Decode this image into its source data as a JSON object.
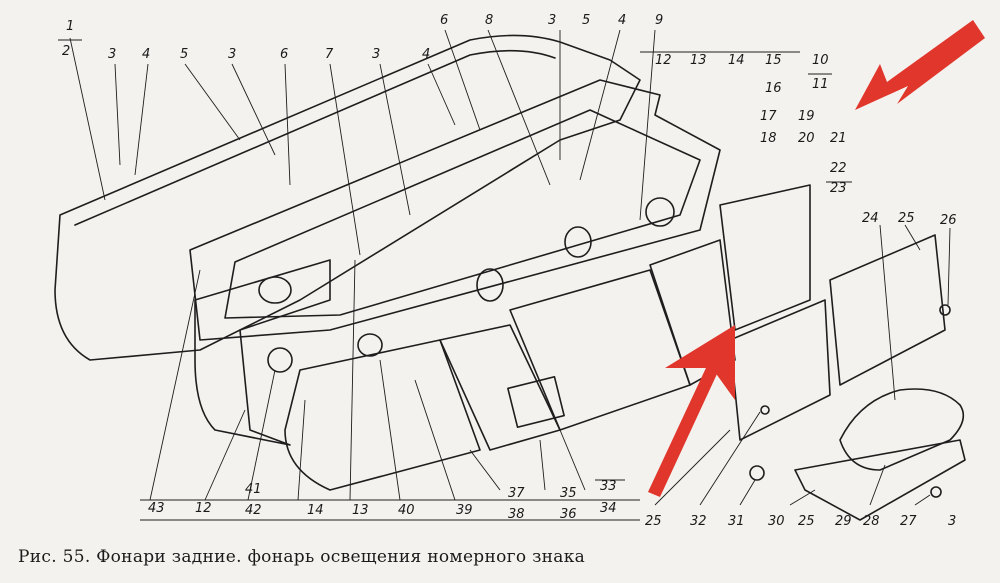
{
  "caption": "Рис. 55. Фонари задние. фонарь освещения номерного знака",
  "labels": {
    "l1": "1",
    "l2": "2",
    "l3a": "3",
    "l4a": "4",
    "l5a": "5",
    "l3b": "3",
    "l6a": "6",
    "l7": "7",
    "l3c": "3",
    "l4b": "4",
    "l6b": "6",
    "l8": "8",
    "l3d": "3",
    "l5b": "5",
    "l4c": "4",
    "l9": "9",
    "l12a": "12",
    "l13a": "13",
    "l14a": "14",
    "l15": "15",
    "l10": "10",
    "l11": "11",
    "l16": "16",
    "l17": "17",
    "l18": "18",
    "l19": "19",
    "l20": "20",
    "l21": "21",
    "l22": "22",
    "l23": "23",
    "l24": "24",
    "l25a": "25",
    "l26": "26",
    "l43": "43",
    "l12b": "12",
    "l41": "41",
    "l42": "42",
    "l14b": "14",
    "l13b": "13",
    "l40": "40",
    "l39": "39",
    "l37": "37",
    "l38": "38",
    "l35": "35",
    "l36": "36",
    "l33": "33",
    "l34": "34",
    "l25b": "25",
    "l32": "32",
    "l31": "31",
    "l30": "30",
    "l25c": "25",
    "l29": "29",
    "l28": "28",
    "l27": "27",
    "l3e": "3"
  },
  "colors": {
    "ink": "#1e1e1e",
    "paper": "#f4f2ee",
    "arrow": "#e0362c"
  }
}
